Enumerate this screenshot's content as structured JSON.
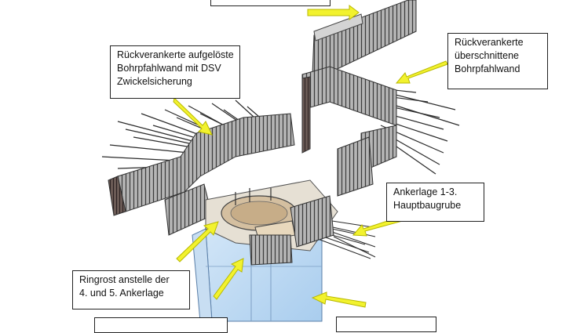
{
  "labels": {
    "top": [],
    "drilled_pile_wall_dsv": [
      "Rückverankerte aufgelöste",
      "Bohrpfahlwand mit DSV",
      "Zwickelsicherung"
    ],
    "secant_pile_wall": [
      "Rückverankerte",
      "überschnittene",
      "Bohrpfahlwand"
    ],
    "anchor_layer": [
      "Ankerlage 1-3.",
      "Hauptbaugrube"
    ],
    "ring_grid": [
      "Ringrost anstelle der",
      "4. und 5. Ankerlage"
    ],
    "bottom_left": [],
    "bottom_right": []
  },
  "colors": {
    "arrow": "#f2f22e",
    "arrow_stroke": "#b8b800",
    "wall": "#9a9a9a",
    "wall_dark": "#4a4a4a",
    "water_box": "#bcd8f2",
    "platform": "#d8c8b0"
  }
}
